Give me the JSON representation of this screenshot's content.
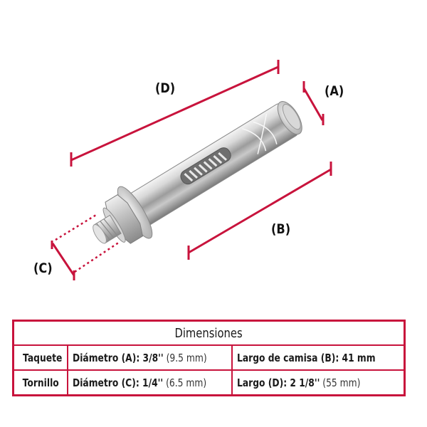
{
  "colors": {
    "accent": "#C8133C",
    "text": "#1a1a1a"
  },
  "illustration": {
    "subject": "expansion-anchor-bolt",
    "labels": {
      "A": "(A)",
      "B": "(B)",
      "C": "(C)",
      "D": "(D)"
    }
  },
  "table": {
    "title": "Dimensiones",
    "rows": [
      {
        "label": "Taquete",
        "col1": {
          "main": "Diámetro (A): 3/8''",
          "metric": "(9.5 mm)"
        },
        "col2": {
          "main": "Largo de camisa (B): 41 mm",
          "metric": ""
        }
      },
      {
        "label": "Tornillo",
        "col1": {
          "main": "Diámetro (C): 1/4''",
          "metric": "(6.5 mm)"
        },
        "col2": {
          "main": "Largo (D): 2 1/8''",
          "metric": "(55 mm)"
        }
      }
    ]
  }
}
